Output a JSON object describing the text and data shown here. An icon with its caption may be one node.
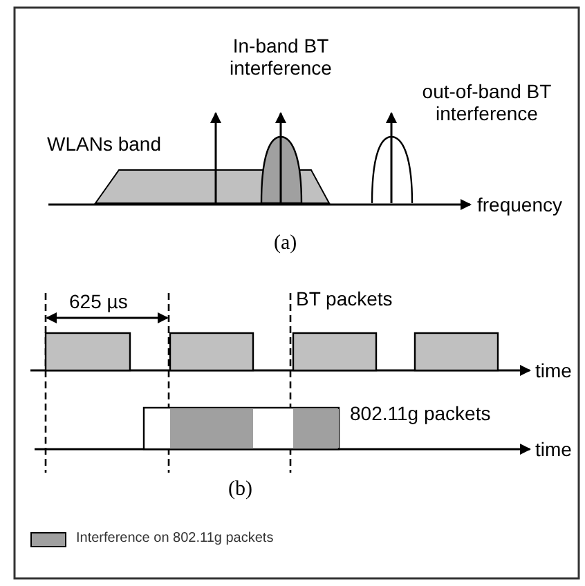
{
  "diagram": {
    "labels": [
      "In-band BT interference",
      "out-of-band BT interference",
      "WLANs band",
      "frequency",
      "(a)",
      "625 µs",
      "BT packets",
      "time",
      "802.11g packets",
      "time",
      "(b)"
    ],
    "legend": [
      {
        "text": "Interference on 802.11g packets",
        "color": "#a0a0a0"
      }
    ]
  }
}
